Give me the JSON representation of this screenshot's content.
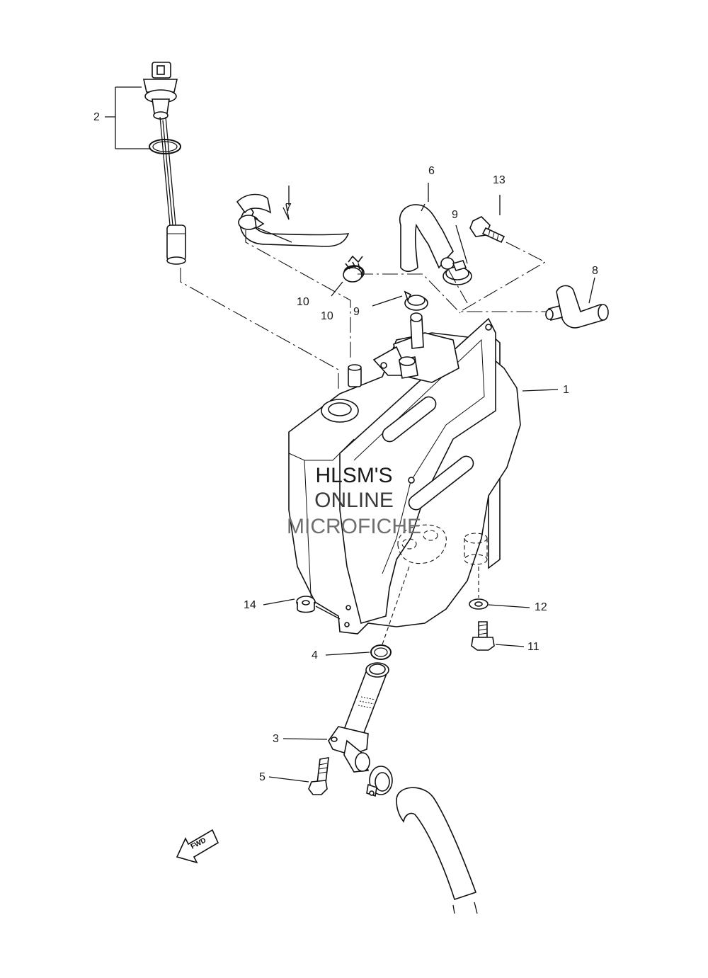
{
  "watermark": {
    "line1": "HLSM'S",
    "line2": "ONLINE",
    "line3": "MICROFICHE"
  },
  "callouts": [
    {
      "id": "c1",
      "text": "1"
    },
    {
      "id": "c2",
      "text": "2"
    },
    {
      "id": "c3",
      "text": "3"
    },
    {
      "id": "c4",
      "text": "4"
    },
    {
      "id": "c5",
      "text": "5"
    },
    {
      "id": "c6",
      "text": "6"
    },
    {
      "id": "c7",
      "text": "7"
    },
    {
      "id": "c8",
      "text": "8"
    },
    {
      "id": "c9a",
      "text": "9"
    },
    {
      "id": "c9b",
      "text": "9"
    },
    {
      "id": "c10a",
      "text": "10"
    },
    {
      "id": "c10b",
      "text": "10"
    },
    {
      "id": "c11",
      "text": "11"
    },
    {
      "id": "c12",
      "text": "12"
    },
    {
      "id": "c13",
      "text": "13"
    },
    {
      "id": "c14",
      "text": "14"
    }
  ],
  "direction_arrow": {
    "text": "FWD",
    "icon": "fwd-arrow-icon"
  }
}
